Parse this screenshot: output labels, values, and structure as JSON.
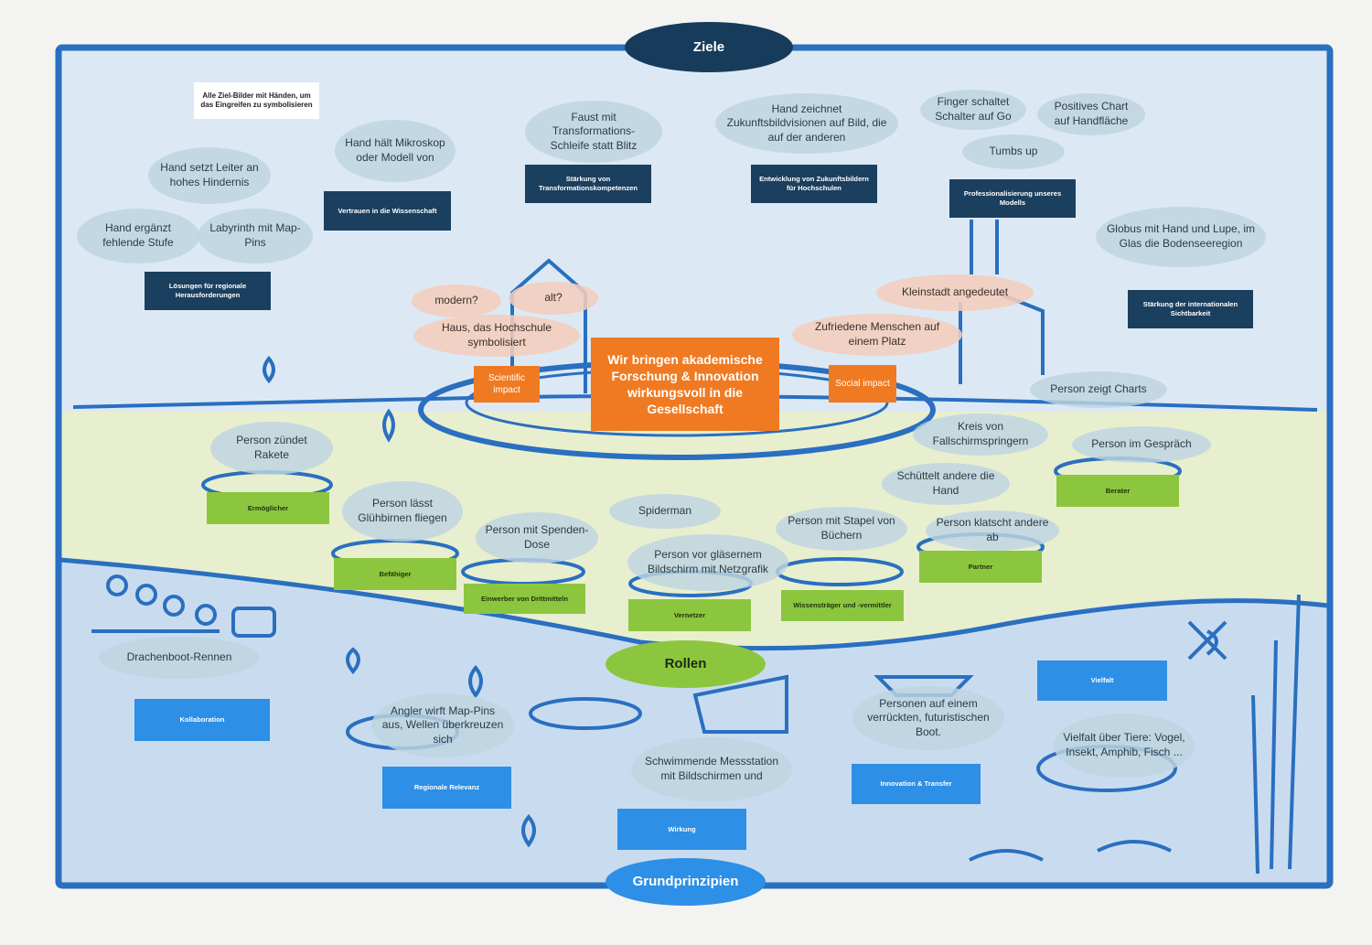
{
  "headings": {
    "ziele": "Ziele",
    "rollen": "Rollen",
    "grundprinzipien": "Grundprinzipien"
  },
  "note": "Alle Ziel-Bilder mit Händen, um das Eingreifen zu symbolisieren",
  "center": "Wir bringen akademische Forschung & Innovation wirkungsvoll in die Gesellschaft",
  "impacts": {
    "scientific": "Scientific impact",
    "social": "Social impact"
  },
  "goals": {
    "loesungen": "Lösungen für regionale Herausforderungen",
    "vertrauen": "Vertrauen in die Wissenschaft",
    "transformation": "Stärkung von Transformationskompetenzen",
    "zukunft": "Entwicklung von Zukunftsbildern für Hochschulen",
    "professionalisierung": "Professionalisierung unseres Modells",
    "sichtbarkeit": "Stärkung der internationalen Sichtbarkeit"
  },
  "goal_clouds": {
    "leiter": "Hand setzt Leiter an hohes Hindernis",
    "stufe": "Hand ergänzt fehlende Stufe",
    "labyrinth": "Labyrinth mit Map-Pins",
    "mikroskop": "Hand hält Mikroskop oder Modell von",
    "faust": "Faust mit Transformations-Schleife statt Blitz",
    "zeichnet": "Hand zeichnet Zukunftsbildvisionen auf Bild, die auf der anderen",
    "finger": "Finger schaltet Schalter auf Go",
    "chart": "Positives Chart auf Handfläche",
    "tumbs": "Tumbs up",
    "globus": "Globus mit Hand und Lupe, im Glas die Bodenseeregion"
  },
  "impact_clouds": {
    "modern": "modern?",
    "alt": "alt?",
    "haus": "Haus, das Hochschule symbolisiert",
    "kleinstadt": "Kleinstadt angedeutet",
    "menschen": "Zufriedene Menschen auf einem Platz"
  },
  "roles": {
    "ermoeglicher": "Ermöglicher",
    "befaehiger": "Befähiger",
    "einwerber": "Einwerber von Drittmitteln",
    "vernetzer": "Vernetzer",
    "wissen": "Wissensträger und -vermittler",
    "partner": "Partner",
    "berater": "Berater"
  },
  "role_clouds": {
    "rakete": "Person zündet Rakete",
    "gluehbirnen": "Person lässt Glühbirnen fliegen",
    "spenden": "Person mit Spenden-Dose",
    "spiderman": "Spiderman",
    "bildschirm": "Person vor gläsernem Bildschirm mit Netzgrafik",
    "buecher": "Person mit Stapel von Büchern",
    "kreis": "Kreis von Fallschirmspringern",
    "schuettelt": "Schüttelt andere die Hand",
    "klatscht": "Person klatscht andere ab",
    "charts": "Person zeigt Charts",
    "gespraech": "Person im Gespräch"
  },
  "principles": {
    "kollaboration": "Kollaboration",
    "regional": "Regionale Relevanz",
    "wirkung": "Wirkung",
    "innovation": "Innovation & Transfer",
    "vielfalt": "Vielfalt"
  },
  "principle_clouds": {
    "drachenboot": "Drachenboot-Rennen",
    "angler": "Angler wirft Map-Pins aus, Wellen überkreuzen sich",
    "messstation": "Schwimmende Messstation mit Bildschirmen und",
    "boot": "Personen auf einem verrückten, futuristischen Boot.",
    "tiere": "Vielfalt über Tiere: Vogel, Insekt, Amphib, Fisch ..."
  },
  "colors": {
    "frame": "#2a6fc0",
    "sky": "#dce9f4",
    "meadow": "#e8efcf",
    "water": "#c9dcef",
    "goal_label": "#1b3f5e",
    "role_label": "#8cc63f",
    "principle_label": "#2d8fe6",
    "center": "#f07a22"
  }
}
